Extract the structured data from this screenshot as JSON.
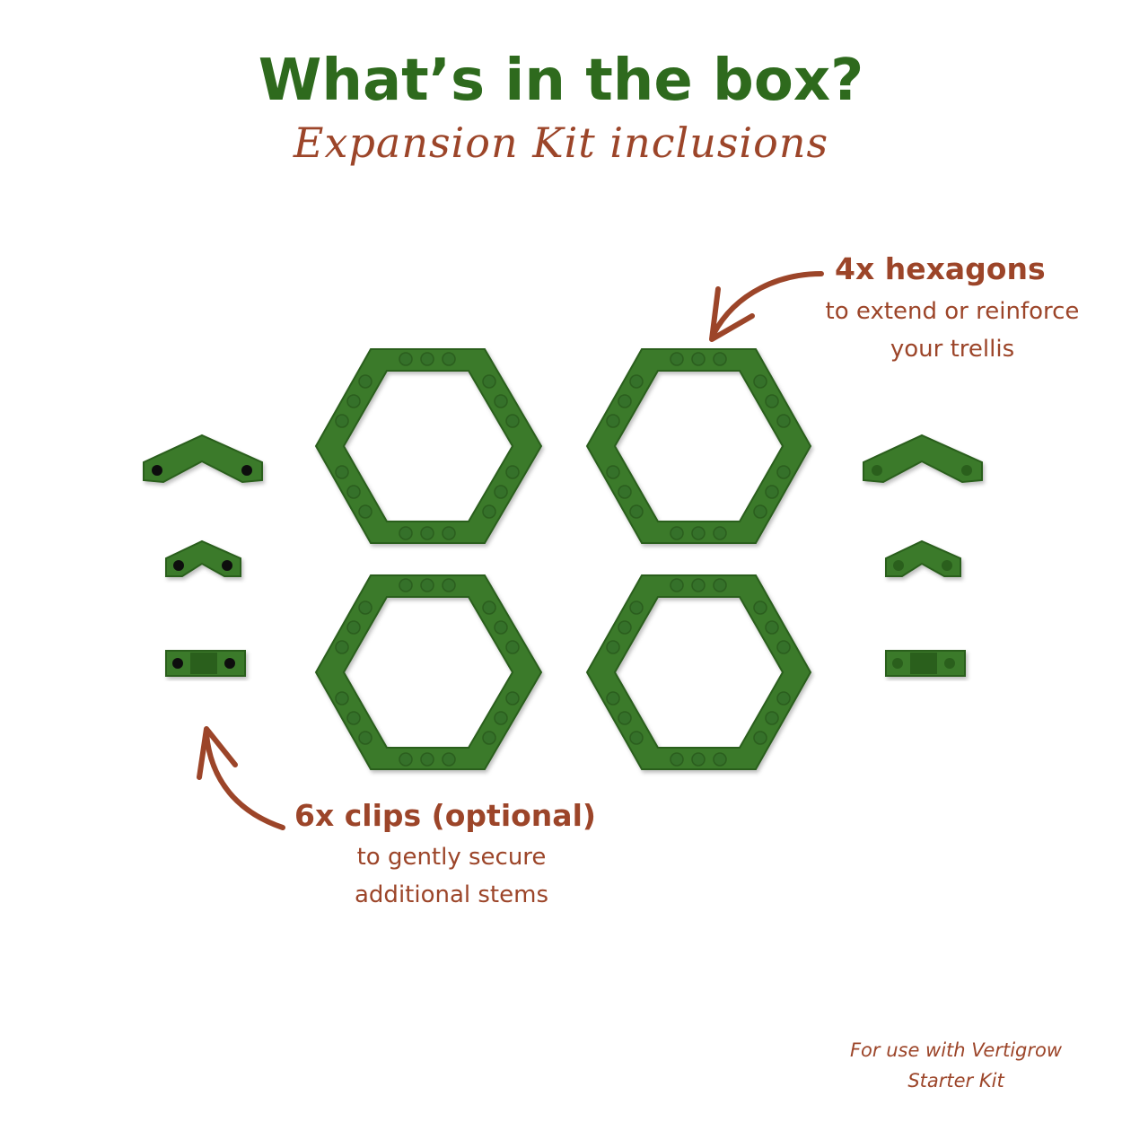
{
  "title": "What’s in the box?",
  "subtitle": "Expansion Kit inclusions",
  "hexagons": {
    "heading": "4x hexagons",
    "line1": "to extend or reinforce",
    "line2": "your trellis"
  },
  "clips": {
    "heading": "6x clips (optional)",
    "line1": "to gently secure",
    "line2": "additional stems"
  },
  "footnote": {
    "line1": "For use with Vertigrow",
    "line2": "Starter Kit"
  },
  "colors": {
    "green": "#2e6a1d",
    "piece_green": "#3a7a2a",
    "piece_dark": "#2b5e1e",
    "brown": "#9c4529"
  }
}
